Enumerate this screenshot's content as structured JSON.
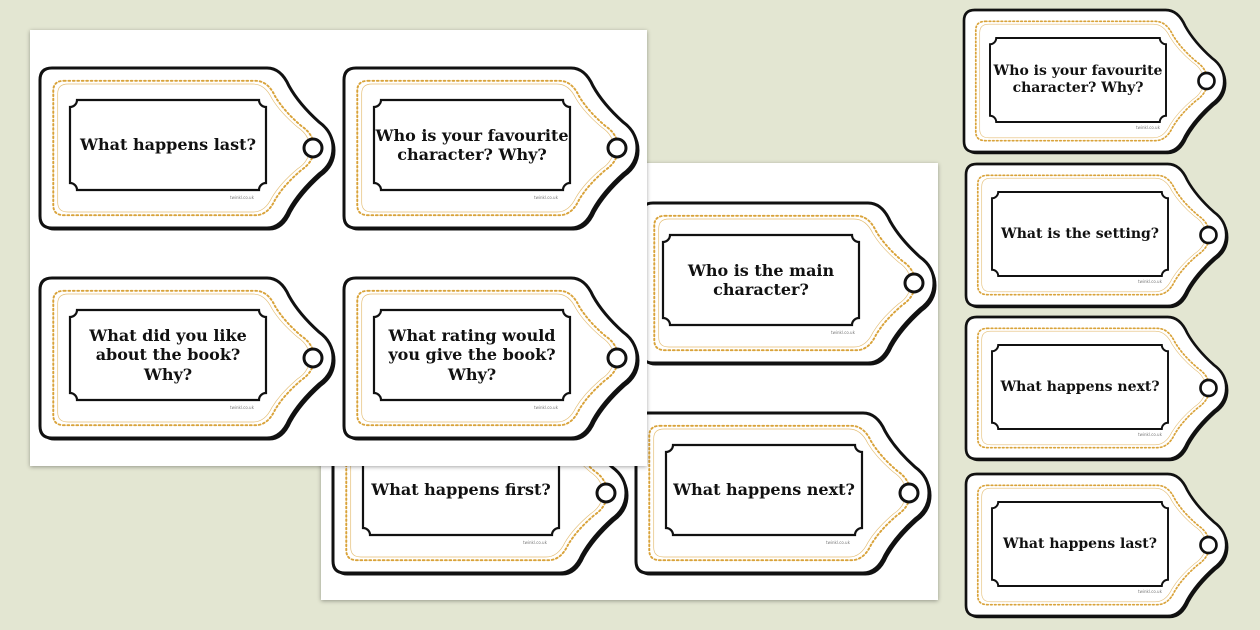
{
  "colors": {
    "background": "#e3e6d2",
    "sheet": "#ffffff",
    "tag_outline": "#111111",
    "tag_fill": "#ffffff",
    "vine_gold": "#d9a33a",
    "text": "#111111"
  },
  "icons": {
    "tag_hole": "string-hole-icon",
    "vine_border": "vine-border-icon"
  },
  "sheet_back": {
    "tags": [
      {
        "question": "Who is the main\ncharacter?",
        "watermark": "twinkl.co.uk"
      },
      {
        "question": "What happens first?",
        "watermark": "twinkl.co.uk"
      },
      {
        "question": "What happens next?",
        "watermark": "twinkl.co.uk"
      }
    ]
  },
  "sheet_front": {
    "tags": [
      {
        "question": "What happens last?",
        "watermark": "twinkl.co.uk"
      },
      {
        "question": "Who is your favourite\ncharacter? Why?",
        "watermark": "twinkl.co.uk"
      },
      {
        "question": "What did you like\nabout the book?\nWhy?",
        "watermark": "twinkl.co.uk"
      },
      {
        "question": "What rating would\nyou give the book?\nWhy?",
        "watermark": "twinkl.co.uk"
      }
    ]
  },
  "standalone_tags": [
    {
      "question": "Who is your favourite\ncharacter? Why?",
      "watermark": "twinkl.co.uk"
    },
    {
      "question": "What is the setting?",
      "watermark": "twinkl.co.uk"
    },
    {
      "question": "What happens next?",
      "watermark": "twinkl.co.uk"
    },
    {
      "question": "What happens last?",
      "watermark": "twinkl.co.uk"
    }
  ]
}
